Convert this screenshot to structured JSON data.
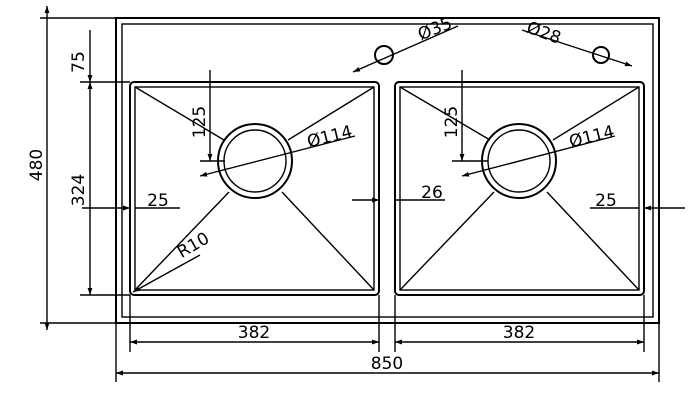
{
  "dimensions": {
    "overall_height": "480",
    "overall_width": "850",
    "top_margin": "75",
    "bowl_depth": "324",
    "left_edge": "25",
    "center_divider": "26",
    "right_edge": "25",
    "left_bowl_width": "382",
    "right_bowl_width": "382",
    "corner_radius": "R10",
    "left_drain_offset": "125",
    "right_drain_offset": "125",
    "left_drain_diameter": "Ø114",
    "right_drain_diameter": "Ø114",
    "faucet_hole_diameter": "Ø35",
    "accessory_hole_diameter": "Ø28"
  }
}
